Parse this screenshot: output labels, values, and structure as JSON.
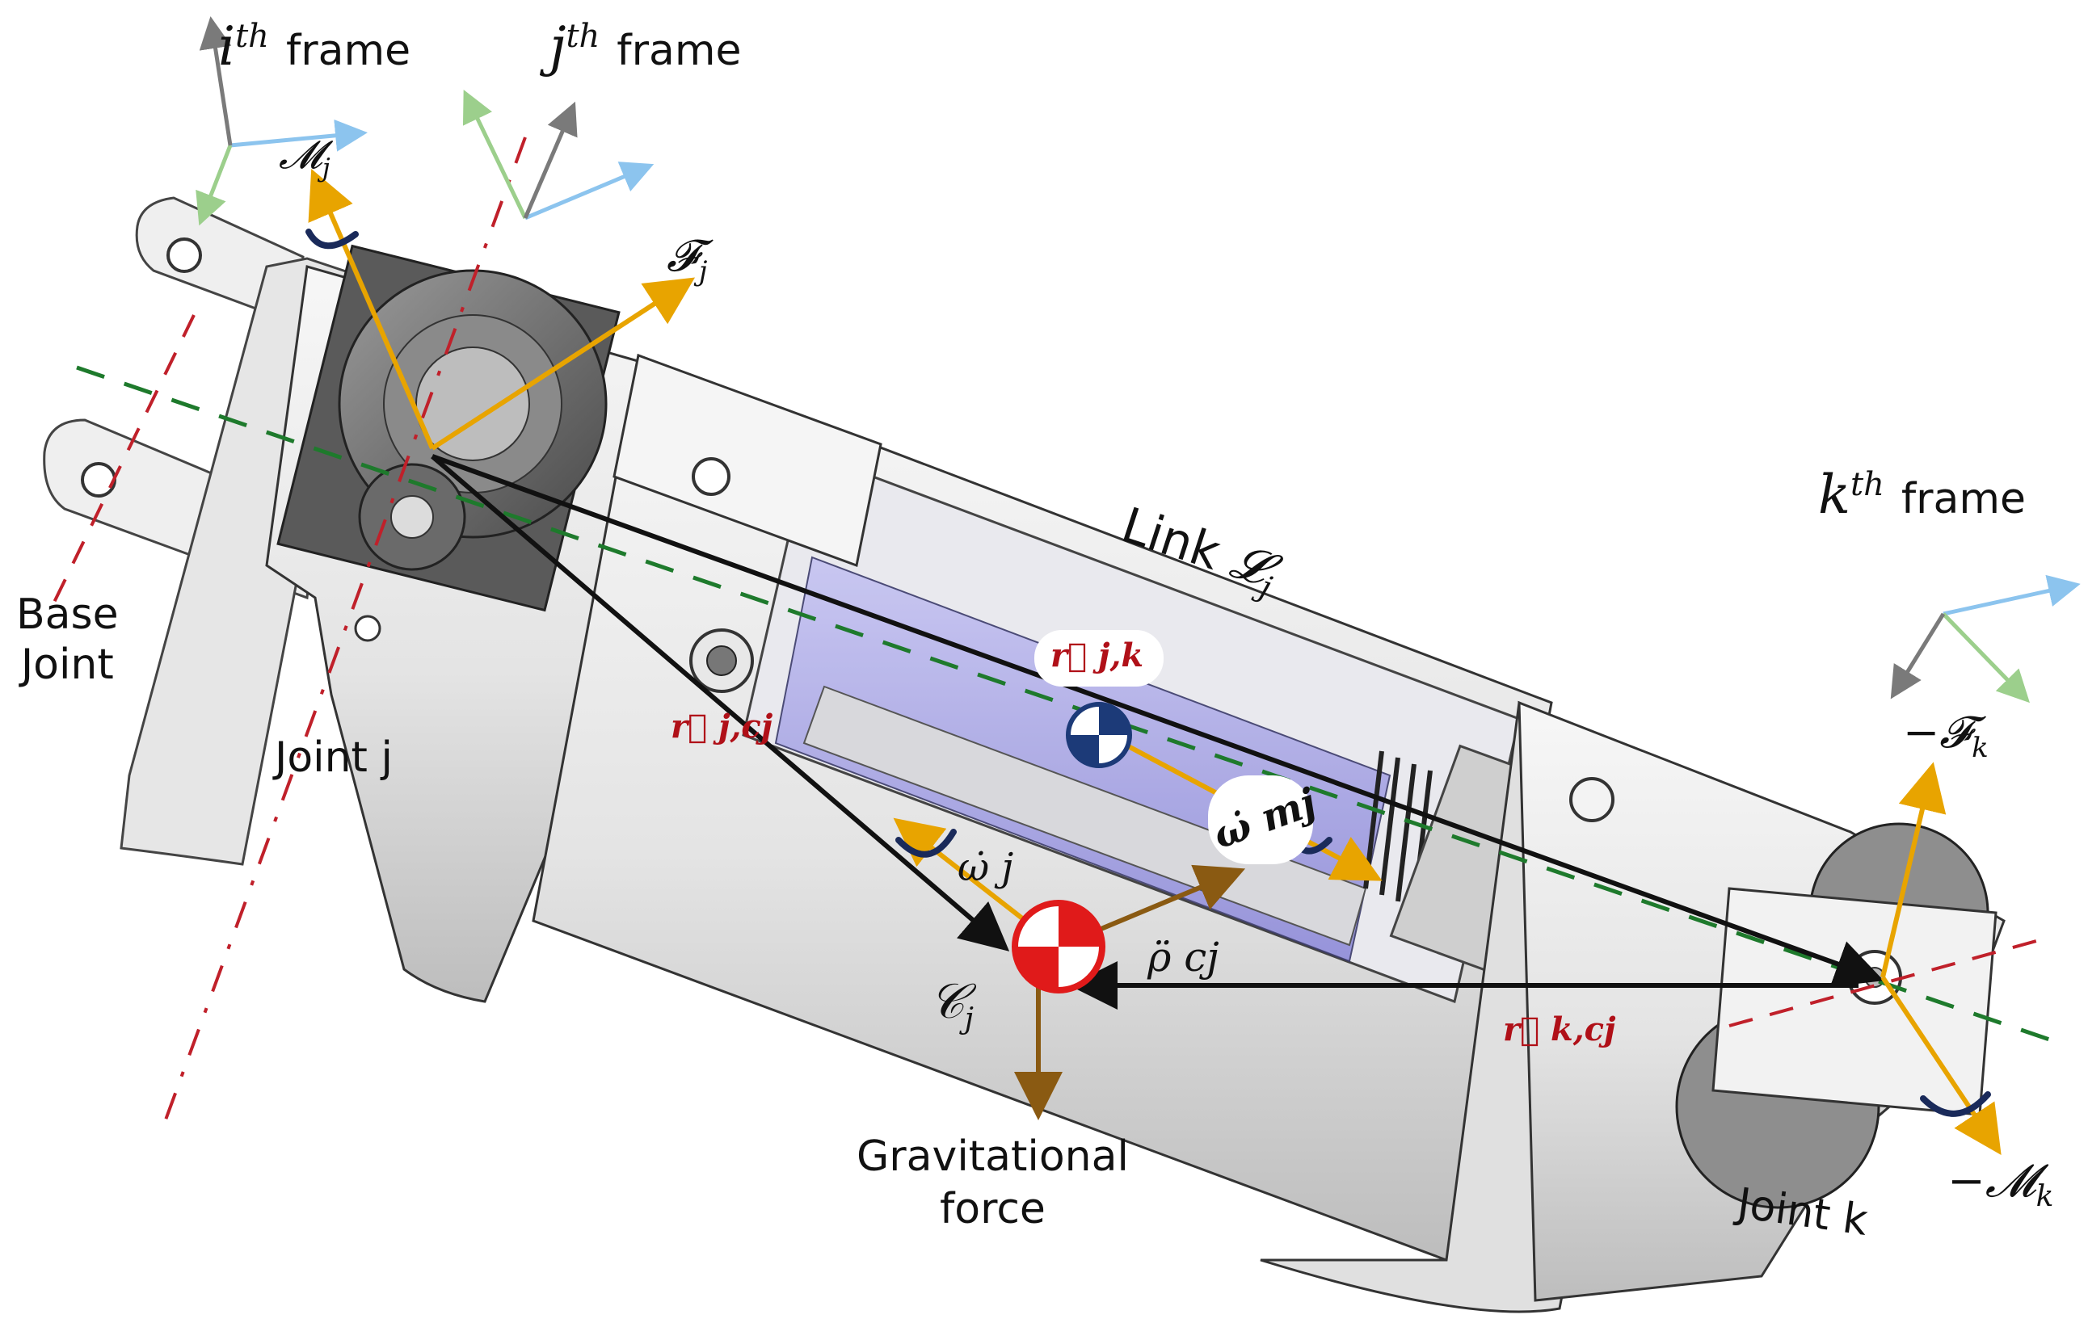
{
  "frames": {
    "i": {
      "base": "i",
      "sup": "th",
      "word": "frame"
    },
    "j": {
      "base": "j",
      "sup": "th",
      "word": "frame"
    },
    "k": {
      "base": "k",
      "sup": "th",
      "word": "frame"
    }
  },
  "labels": {
    "moment_j": "𝓜",
    "moment_j_sub": "j",
    "force_j": "𝓕",
    "force_j_sub": "j",
    "link_prefix": "Link ",
    "link_symbol": "𝓛",
    "link_sub": "j",
    "base_joint_line1": "Base",
    "base_joint_line2": "Joint",
    "joint_j": "Joint j",
    "joint_k": "Joint k",
    "r_jk": "r⃗ j,k",
    "r_jcj": "r⃗ j,cj",
    "r_kcj": "r⃗ k,cj",
    "omega_mj": "ω̇ mj",
    "omega_j": "ω̇ j",
    "rho_cj": "ρ̈ cj",
    "c_j": "𝒞",
    "c_j_sub": "j",
    "neg_force_k": "−𝓕",
    "neg_force_k_sub": "k",
    "neg_moment_k": "−𝓜",
    "neg_moment_k_sub": "k",
    "gravity_line1": "Gravitational",
    "gravity_line2": "force"
  },
  "colors": {
    "vector_orange": "#e8a400",
    "vector_black": "#111111",
    "axis_blue": "#8cc4ee",
    "axis_green": "#9ccf8c",
    "axis_gray": "#7a7a7a",
    "centerline_green": "#1e7a2c",
    "axis_red": "#c0202a",
    "accel_brown": "#8a5a12",
    "com_red": "#e01a1a",
    "com_blue": "#1c3a78",
    "rotation_navy": "#1a2a5a",
    "body_light": "#ececec",
    "body_shadow": "#c4c4c4",
    "motor_purple": "#a8a6e8"
  },
  "icons": [
    "com-marker-icon",
    "rotation-arrow-icon",
    "gear-icon"
  ]
}
